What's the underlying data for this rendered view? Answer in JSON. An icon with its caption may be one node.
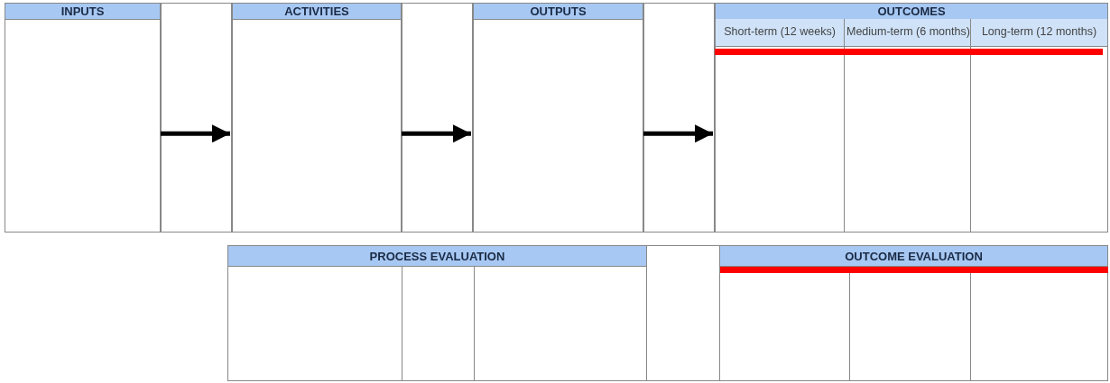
{
  "diagram": {
    "nodes": [
      {
        "text": [
          "INPUTS"
        ]
      },
      {
        "text": [
          "ACTIVITIES"
        ]
      },
      {
        "text": [
          "OUTPUTS"
        ]
      },
      {
        "text": [
          "OUTCOMES"
        ]
      },
      {
        "text": [
          "Short-term (12 weeks)"
        ],
        "in": 3
      },
      {
        "text": [
          "Medium-term (6 months)"
        ],
        "in": 3
      },
      {
        "text": [
          "Long-term (12 months)"
        ],
        "in": 3
      },
      {
        "text": [
          "PROCESS EVALUATION"
        ]
      },
      {
        "text": [
          "OUTCOME EVALUATION"
        ]
      }
    ],
    "edges": [
      {
        "from": 0,
        "to": 1,
        "arrow": "to"
      },
      {
        "from": 1,
        "to": 2,
        "arrow": "to"
      },
      {
        "from": 2,
        "to": 3,
        "arrow": "to"
      }
    ]
  }
}
